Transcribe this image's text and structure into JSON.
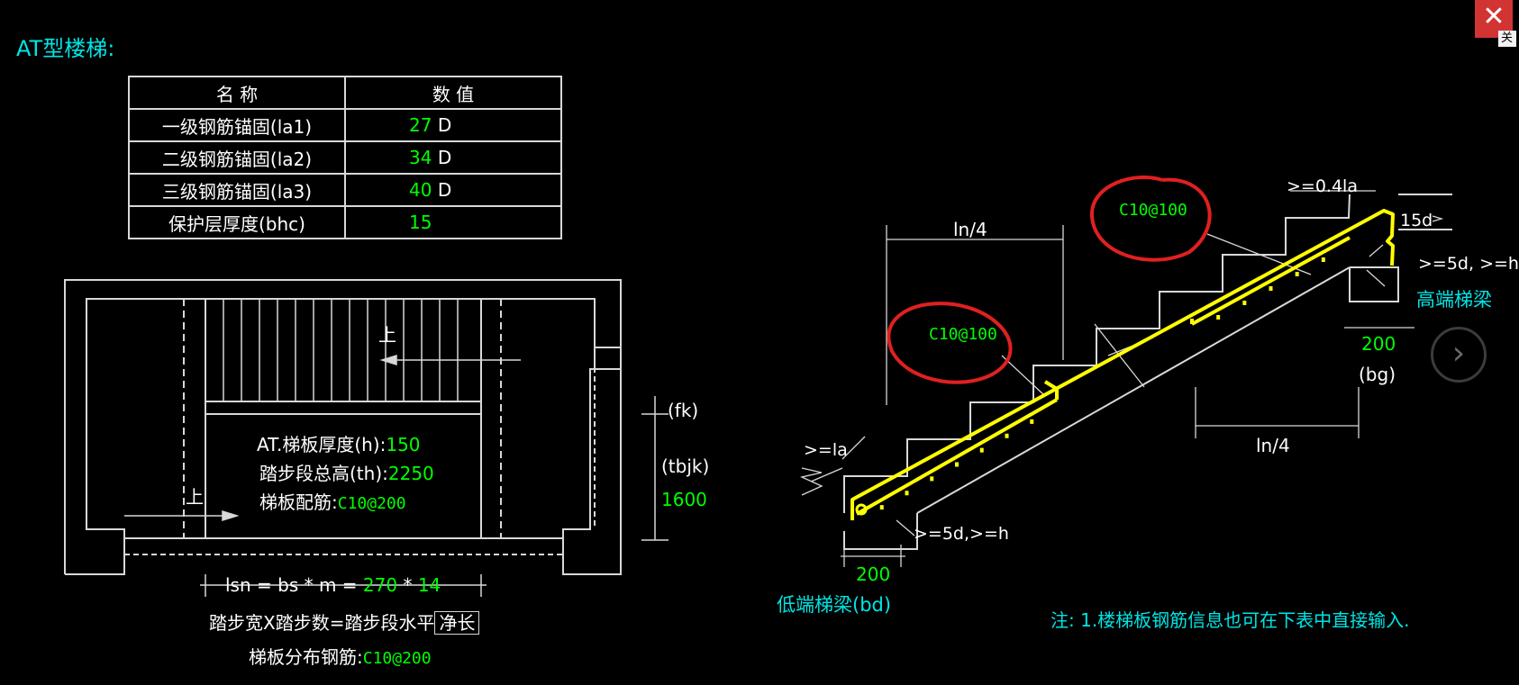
{
  "title": "AT型楼梯:",
  "close_label": "关",
  "next_symbol": "›",
  "table": {
    "headers": {
      "name": "名 称",
      "value": "数 值"
    },
    "rows": [
      {
        "name": "一级钢筋锚固(la1)",
        "value": "27",
        "unit": "D"
      },
      {
        "name": "二级钢筋锚固(la2)",
        "value": "34",
        "unit": "D"
      },
      {
        "name": "三级钢筋锚固(la3)",
        "value": "40",
        "unit": "D"
      },
      {
        "name": "保护层厚度(bhc)",
        "value": "15",
        "unit": ""
      }
    ]
  },
  "plan": {
    "up_label": "上",
    "thickness_label": "AT.梯板厚度(h):",
    "thickness_value": "150",
    "height_label": "踏步段总高(th):",
    "height_value": "2250",
    "rebar_label": "梯板配筋:",
    "rebar_value": "C10@200",
    "fk_label": "(fk)",
    "tbjk_label": "(tbjk)",
    "tbjk_value": "1600",
    "lsn_formula": "lsn = bs * m =",
    "bs_value": "270",
    "times": "*",
    "m_value": "14",
    "caption_main": "踏步宽X踏步数=踏步段水平",
    "caption_boxed": "净长",
    "dist_label": "梯板分布钢筋:",
    "dist_value": "C10@200"
  },
  "section": {
    "ln4_top": "ln/4",
    "ln4_bottom": "ln/4",
    "anchor_top": ">=0.4la",
    "hook_15d": "15d",
    "hook_5d_high": ">=5d, >=h",
    "high_beam": "高端梯梁",
    "high_width": "200",
    "bg_label": "(bg)",
    "rebar_top": "C10@100",
    "rebar_bottom": "C10@100",
    "anchor_low": ">=la",
    "hook_5d_low": ">=5d,>=h",
    "low_width": "200",
    "low_beam": "低端梯梁(bd)"
  },
  "note": "注: 1.楼梯板钢筋信息也可在下表中直接输入."
}
